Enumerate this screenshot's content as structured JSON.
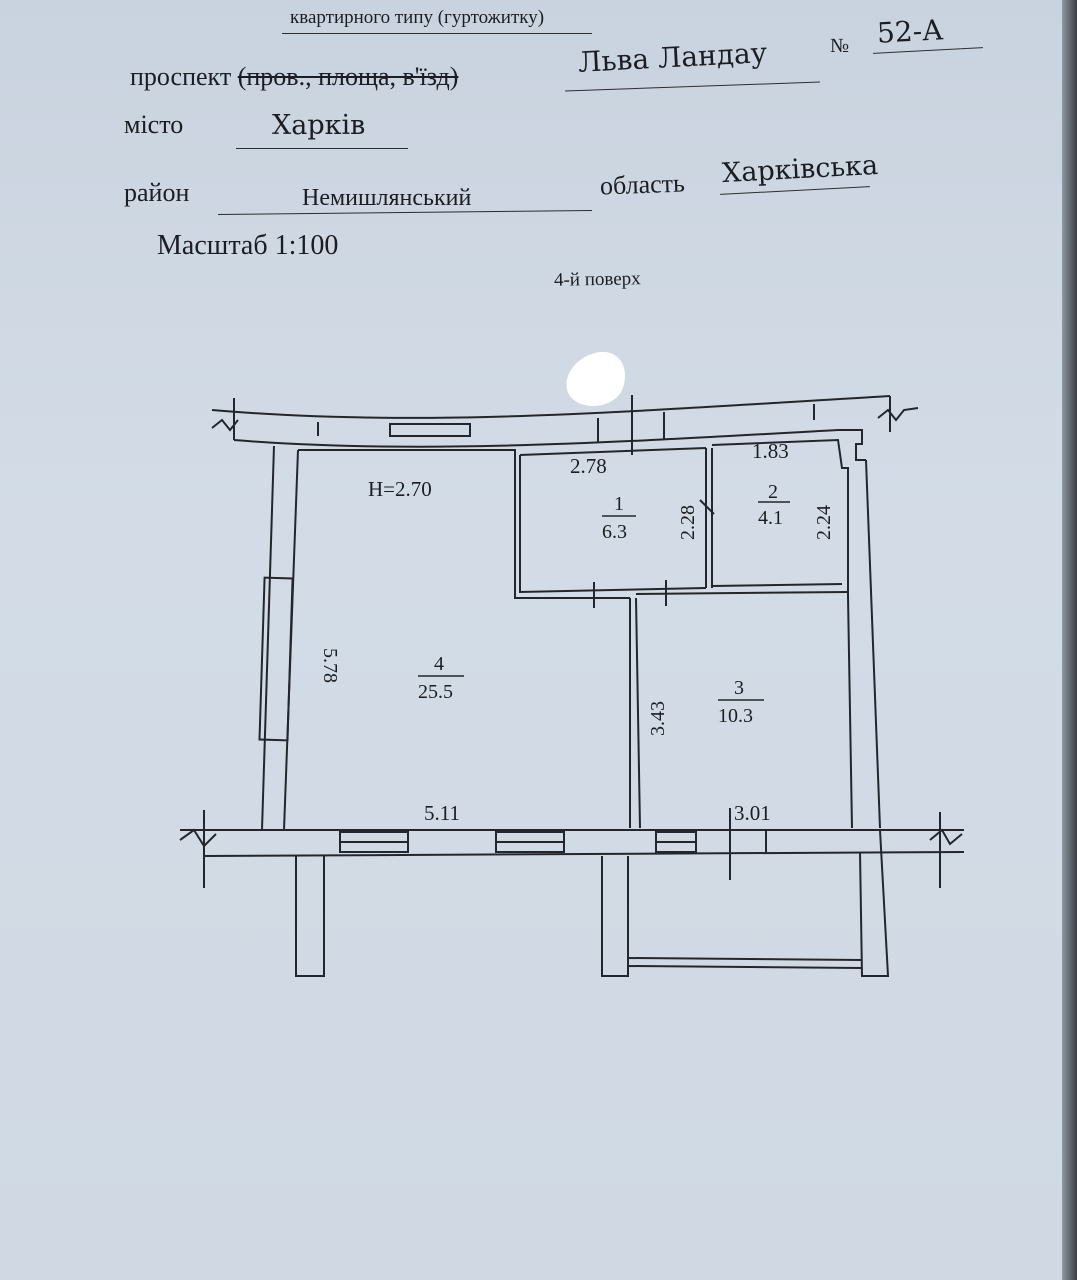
{
  "header": {
    "dwelling_type": "квартирного типу (гуртожитку)",
    "street_label_prefix": "проспект",
    "street_label_struck": "(пров., площа, в'їзд)",
    "street_value": "Льва Ландау",
    "number_label": "№",
    "number_value": "52-А",
    "city_label": "місто",
    "city_value": "Харків",
    "district_label": "район",
    "district_value": "Немишлянський",
    "region_label": "область",
    "region_value": "Харківська",
    "scale": "Масштаб 1:100",
    "floor": "4-й поверх"
  },
  "plan": {
    "ceiling_height": "H=2.70",
    "rooms": [
      {
        "number": "1",
        "area": "6.3"
      },
      {
        "number": "2",
        "area": "4.1"
      },
      {
        "number": "3",
        "area": "10.3"
      },
      {
        "number": "4",
        "area": "25.5"
      }
    ],
    "dimensions": {
      "room1_width": "2.78",
      "room1_depth": "2.28",
      "room2_width": "1.83",
      "room2_depth": "2.24",
      "room4_depth": "5.78",
      "room4_width": "5.11",
      "room3_depth": "3.43",
      "room3_width": "3.01"
    }
  }
}
